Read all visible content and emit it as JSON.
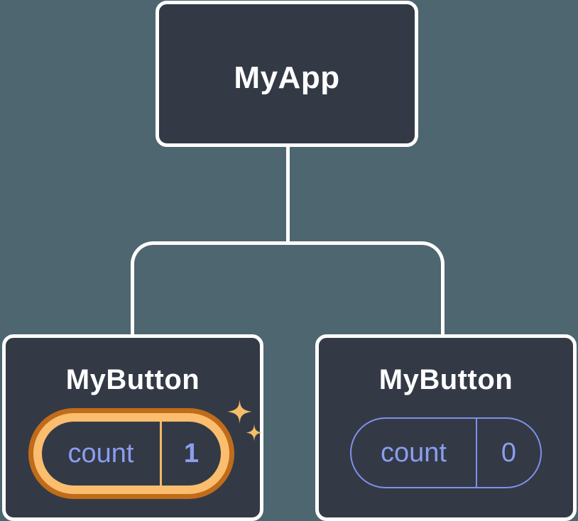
{
  "diagram": {
    "root": {
      "label": "MyApp"
    },
    "children": [
      {
        "label": "MyButton",
        "state": {
          "name": "count",
          "value": "1"
        },
        "highlighted": true,
        "icon": "sparkles-icon"
      },
      {
        "label": "MyButton",
        "state": {
          "name": "count",
          "value": "0"
        },
        "highlighted": false
      }
    ],
    "colors": {
      "background": "#4d6670",
      "node_fill": "#333a46",
      "node_border": "#ffffff",
      "label_text": "#ffffff",
      "state_text": "#8a9ef0",
      "state_border": "#8090ea",
      "highlight_gold": "#fbbd6e",
      "highlight_gold_divider": "#f8b763",
      "highlight_dark_orange": "#c06c1a",
      "sparkle": "#f6bc69"
    }
  }
}
